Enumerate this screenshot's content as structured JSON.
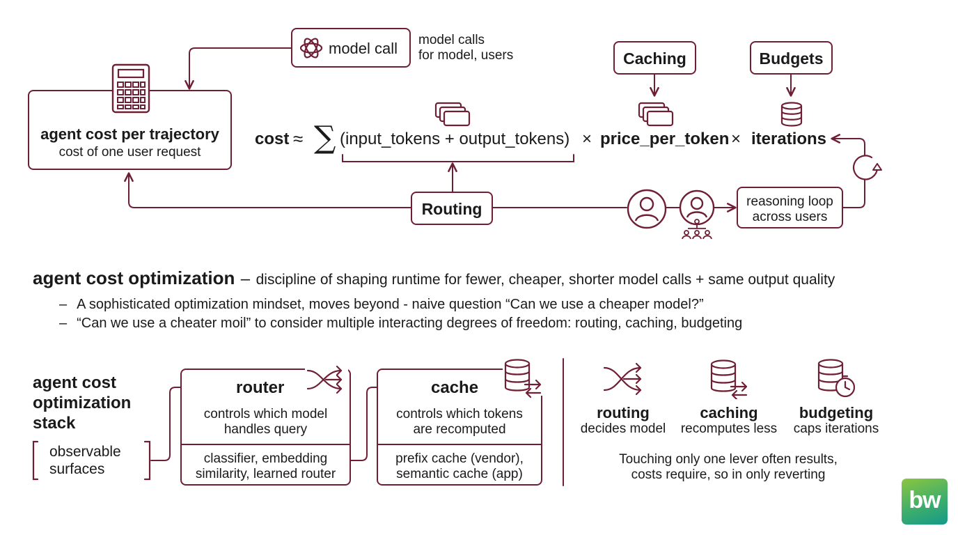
{
  "diagram": {
    "model_call": {
      "label": "model call",
      "note_line1": "model calls",
      "note_line2": "for model, users"
    },
    "agent_cost": {
      "title": "agent cost per trajectory",
      "subtitle": "cost of one user request"
    },
    "formula": {
      "cost": "cost",
      "approx": "≈",
      "sum": "∑",
      "tokens": "(input_tokens + output_tokens)",
      "times1": "×",
      "price": "price_per_token",
      "times2": "×",
      "iterations": "iterations"
    },
    "caching_label": "Caching",
    "budgets_label": "Budgets",
    "routing_label": "Routing",
    "reasoning": {
      "line1": "reasoning loop",
      "line2": "across users"
    }
  },
  "definition": {
    "term": "agent cost optimization",
    "dash": "–",
    "text": "discipline of shaping runtime for fewer, cheaper, shorter model calls + same output quality",
    "bullets": [
      {
        "dash": "–",
        "text": "A sophisticated optimization mindset, moves beyond - naive question “Can we use a cheaper model?”"
      },
      {
        "dash": "–",
        "text": "“Can we use a cheater moil” to consider multiple interacting degrees of freedom: routing, caching, budgeting"
      }
    ]
  },
  "stack": {
    "title_line1": "agent cost",
    "title_line2": "optimization",
    "title_line3": "stack",
    "surfaces_line1": "observable",
    "surfaces_line2": "surfaces",
    "router": {
      "title": "router",
      "desc_line1": "controls which model",
      "desc_line2": "handles query",
      "impl_line1": "classifier, embedding",
      "impl_line2": "similarity, learned router"
    },
    "cache": {
      "title": "cache",
      "desc_line1": "controls which tokens",
      "desc_line2": "are recomputed",
      "impl_line1": "prefix cache (vendor),",
      "impl_line2": "semantic cache (app)"
    }
  },
  "levers": {
    "items": [
      {
        "name": "routing",
        "desc": "decides model",
        "icon": "shuffle-icon"
      },
      {
        "name": "caching",
        "desc": "recomputes less",
        "icon": "database-swap-icon"
      },
      {
        "name": "budgeting",
        "desc": "caps iterations",
        "icon": "database-timer-icon"
      }
    ],
    "note_line1": "Touching only one lever often results,",
    "note_line2": "costs require, so in only reverting"
  },
  "logo": {
    "text": "bw"
  },
  "colors": {
    "accent": "#6e1f34",
    "logo_start": "#8cc63f",
    "logo_end": "#139a8a"
  }
}
